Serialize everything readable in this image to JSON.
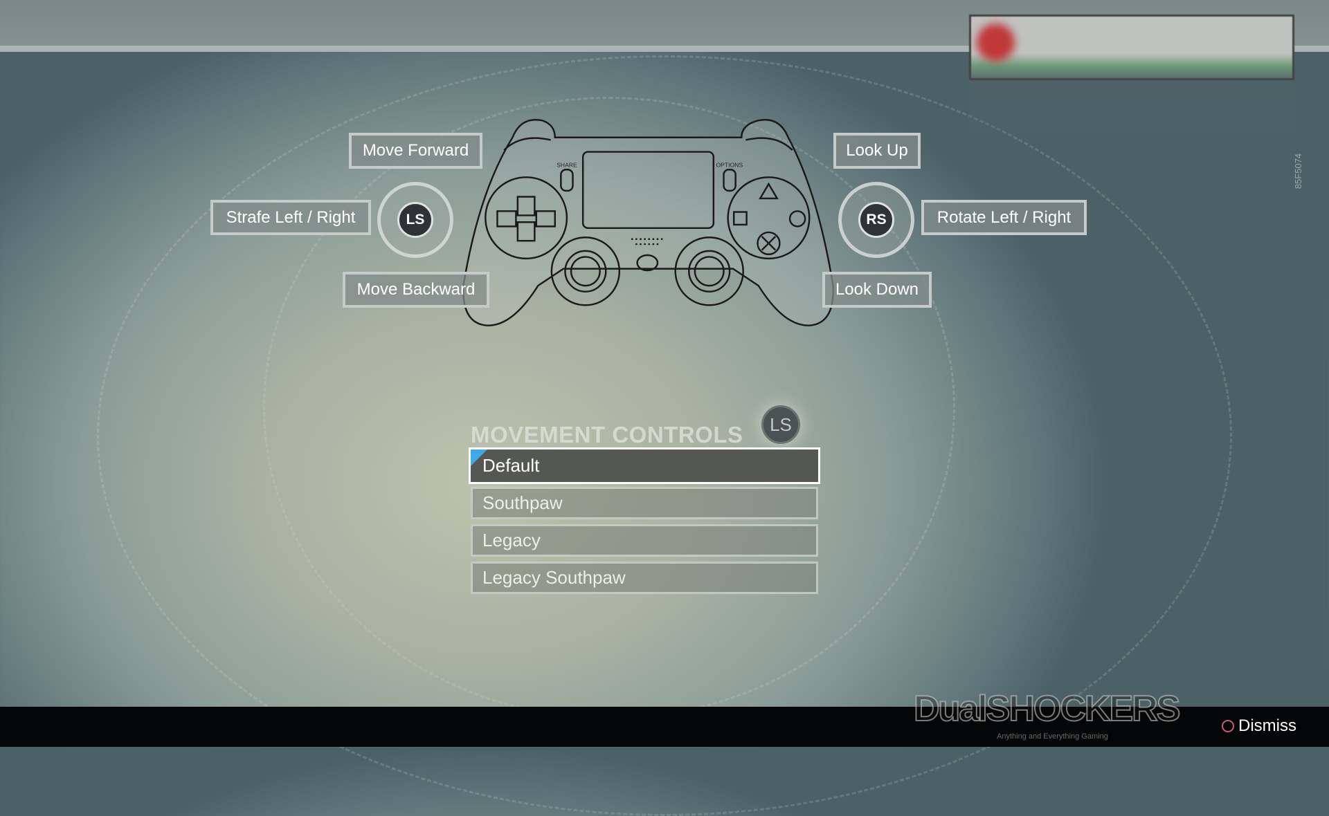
{
  "controller_labels": {
    "move_forward": "Move Forward",
    "strafe": "Strafe Left / Right",
    "move_backward": "Move Backward",
    "look_up": "Look Up",
    "rotate": "Rotate Left / Right",
    "look_down": "Look Down",
    "left_stick": "LS",
    "right_stick": "RS",
    "share": "SHARE",
    "options": "OPTIONS"
  },
  "menu": {
    "title": "MOVEMENT CONTROLS",
    "badge": "LS",
    "options": [
      {
        "label": "Default",
        "selected": true
      },
      {
        "label": "Southpaw",
        "selected": false
      },
      {
        "label": "Legacy",
        "selected": false
      },
      {
        "label": "Legacy Southpaw",
        "selected": false
      }
    ]
  },
  "selection_color": "#3fa9e8",
  "version_id": "85F5074",
  "footer": {
    "dismiss": "Dismiss"
  },
  "watermark": {
    "brand": "DualSHOCKERS",
    "tagline": "Anything and Everything Gaming"
  }
}
